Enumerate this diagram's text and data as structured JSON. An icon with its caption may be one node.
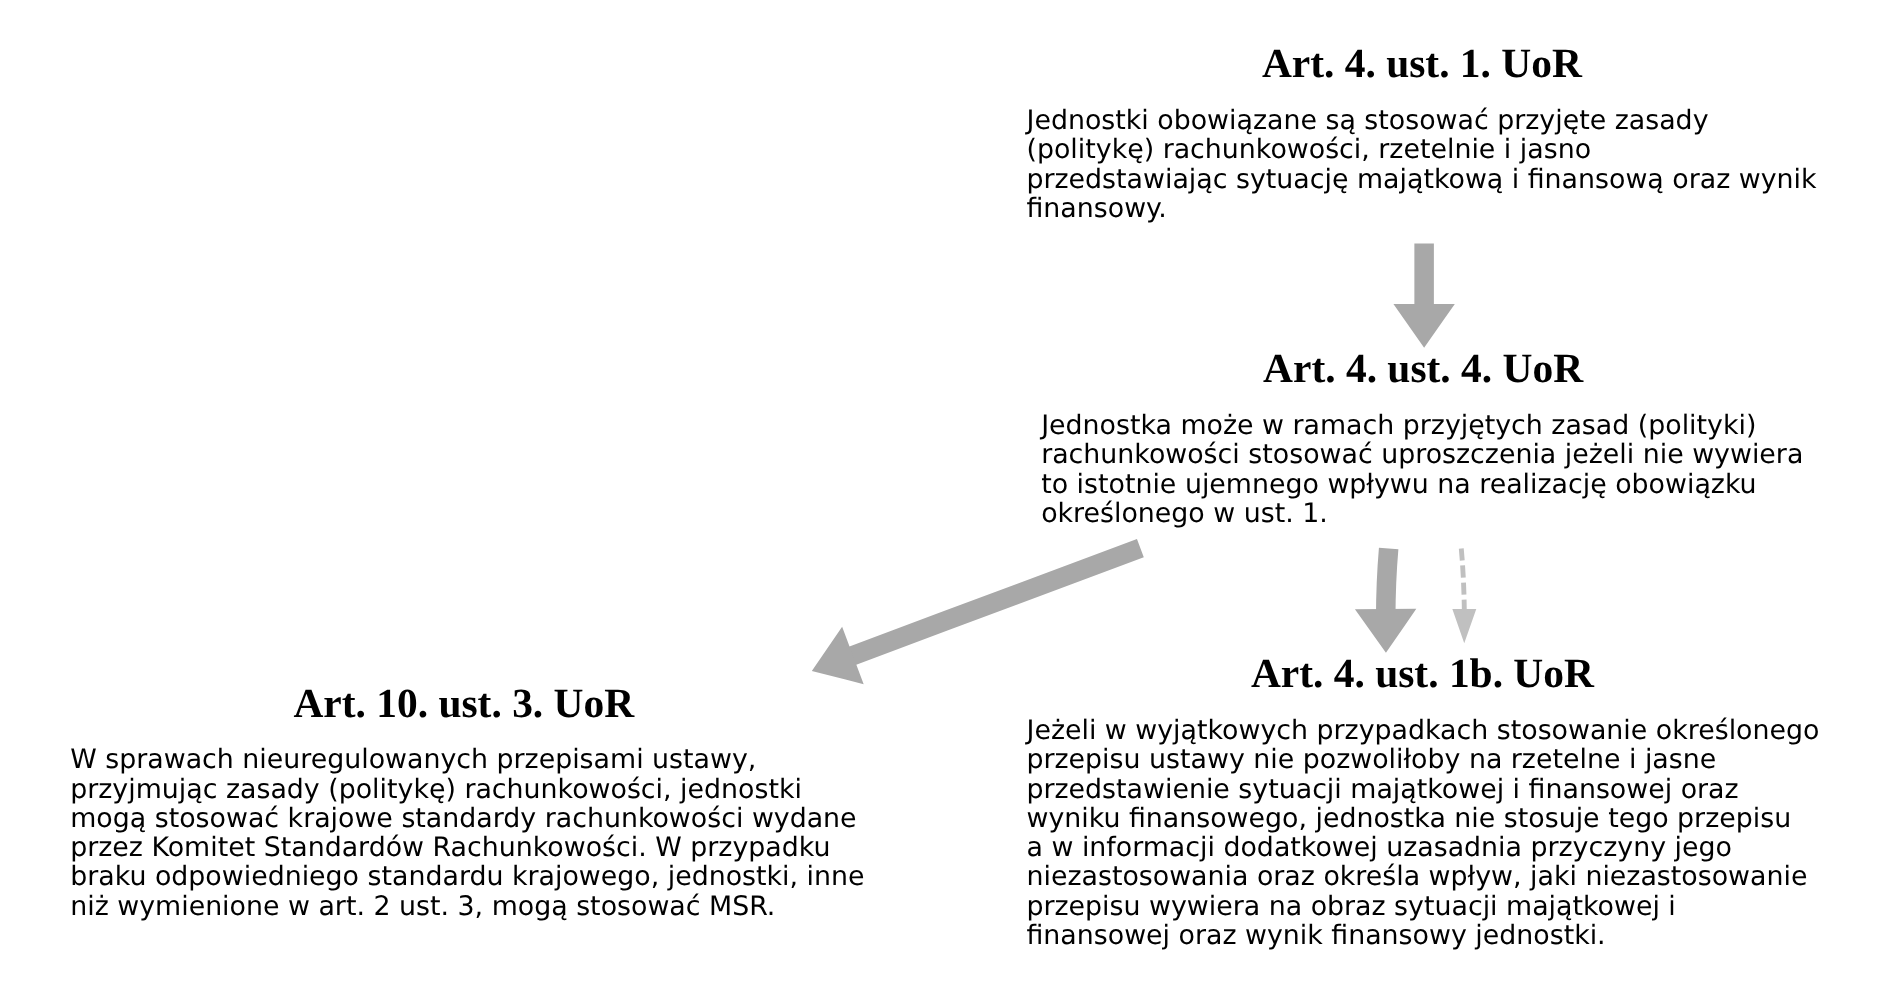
{
  "diagram": {
    "nodes": [
      {
        "text": [
          "Art. 4. ust. 1. UoR",
          "Jednostki obowiązane są stosować przyjęte zasady (politykę) rachunkowości, rzetelnie i jasno przedstawiając sytuację majątkową i finansową oraz wynik finansowy."
        ]
      },
      {
        "text": [
          "Art. 4. ust. 4. UoR",
          "Jednostka może w ramach przyjętych zasad (polityki) rachunkowości stosować uproszczenia jeżeli nie wywiera to istotnie ujemnego wpływu na realizację obowiązku określonego w ust. 1."
        ]
      },
      {
        "text": [
          "Art. 10. ust. 3. UoR",
          "W sprawach nieuregulowanych przepisami ustawy, przyjmując zasady (politykę) rachunkowości, jednostki mogą stosować krajowe standardy rachunkowości wydane przez Komitet Standardów Rachunkowości. W przypadku braku odpowiedniego standardu krajowego, jednostki, inne niż wymienione w art. 2 ust. 3, mogą stosować MSR."
        ]
      },
      {
        "text": [
          "Art. 4. ust. 1b. UoR",
          "Jeżeli w wyjątkowych przypadkach stosowanie określonego przepisu ustawy nie pozwoliłoby na rzetelne i jasne przedstawienie sytuacji majątkowej i finansowej oraz wyniku finansowego, jednostka nie stosuje tego przepisu a w informacji dodatkowej uzasadnia przyczyny jego niezastosowania oraz określa wpływ, jaki niezastosowanie przepisu wywiera na obraz sytuacji majątkowej i finansowej oraz wynik finansowy jednostki."
        ]
      }
    ],
    "edges": [
      {
        "from": 0,
        "to": 1,
        "arrow": "to"
      },
      {
        "from": 1,
        "to": 2,
        "arrow": "to"
      },
      {
        "from": 1,
        "to": 3,
        "arrow": "to"
      },
      {
        "from": 1,
        "to": 3,
        "arrow": "to",
        "style": "dashed",
        "color": "#c0c0c0"
      }
    ]
  }
}
